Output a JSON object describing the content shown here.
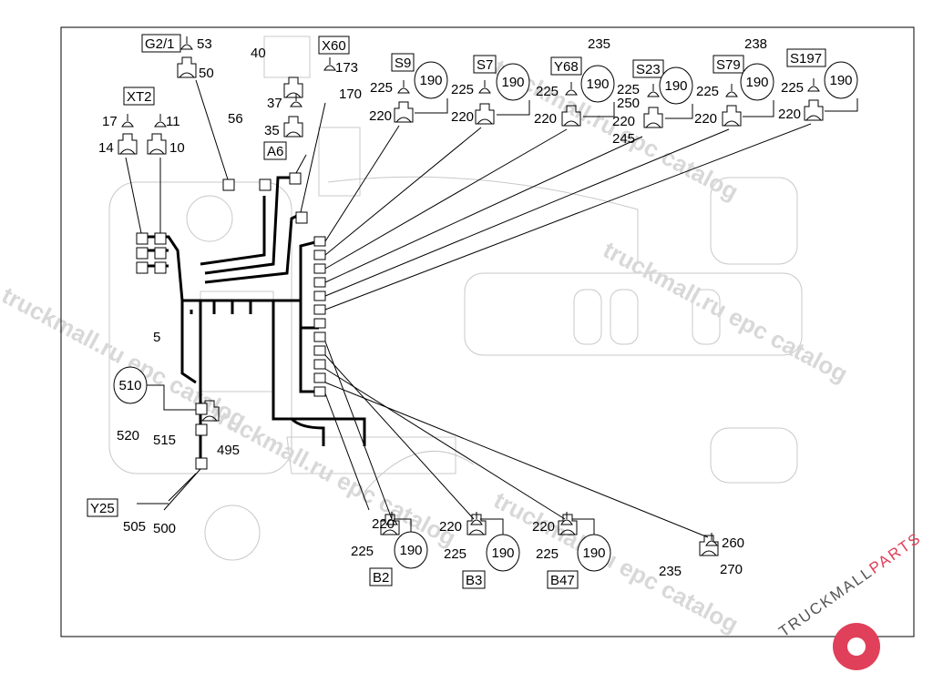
{
  "boxed_labels": [
    "G2/1",
    "X60",
    "XT2",
    "A6",
    "S9",
    "S7",
    "Y68",
    "S23",
    "S79",
    "S197",
    "Y25",
    "B2",
    "B3",
    "B47"
  ],
  "part_numbers": [
    "53",
    "50",
    "40",
    "173",
    "170",
    "37",
    "35",
    "56",
    "17",
    "11",
    "14",
    "10",
    "225",
    "220",
    "225",
    "220",
    "225",
    "220",
    "235",
    "225",
    "250",
    "220",
    "245",
    "238",
    "225",
    "220",
    "225",
    "220",
    "5",
    "520",
    "515",
    "495",
    "505",
    "500",
    "220",
    "225",
    "220",
    "225",
    "220",
    "225",
    "260",
    "270",
    "235"
  ],
  "circled_numbers": [
    "190",
    "190",
    "190",
    "190",
    "190",
    "190",
    "510",
    "190",
    "190",
    "190"
  ],
  "watermark": "truckmall.ru epc catalog",
  "logo": {
    "text_dark": "TRUCKMALL",
    "text_accent": "PARTS",
    "accent_color": "#e0405a"
  }
}
